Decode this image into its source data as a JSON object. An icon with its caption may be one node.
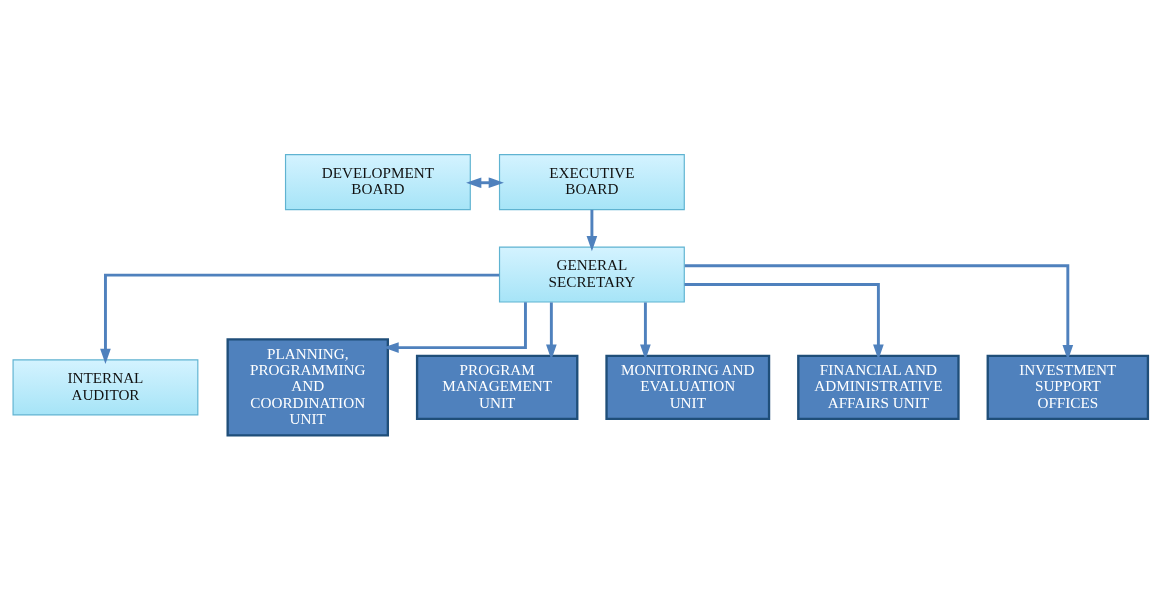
{
  "diagram": {
    "nodes": [
      {
        "text": [
          "DEVELOPMENT BOARD"
        ]
      },
      {
        "text": [
          "EXECUTIVE BOARD"
        ]
      },
      {
        "text": [
          "GENERAL SECRETARY"
        ]
      },
      {
        "text": [
          "INTERNAL AUDITOR"
        ]
      },
      {
        "text": [
          "PLANNING, PROGRAMMING AND COORDINATION UNIT"
        ]
      },
      {
        "text": [
          "PROGRAM MANAGEMENT UNIT"
        ]
      },
      {
        "text": [
          "MONITORING AND EVALUATION UNIT"
        ]
      },
      {
        "text": [
          "FINANCIAL AND ADMINISTRATIVE AFFAIRS UNIT"
        ]
      },
      {
        "text": [
          "INVESTMENT SUPPORT OFFICES"
        ]
      }
    ],
    "edges": [
      {
        "from": 0,
        "to": 1,
        "arrow": "both"
      },
      {
        "from": 1,
        "to": 2,
        "arrow": "to"
      },
      {
        "from": 2,
        "to": 3,
        "arrow": "to"
      },
      {
        "from": 2,
        "to": 4,
        "arrow": "to"
      },
      {
        "from": 2,
        "to": 5,
        "arrow": "to"
      },
      {
        "from": 2,
        "to": 6,
        "arrow": "to"
      },
      {
        "from": 2,
        "to": 7,
        "arrow": "to"
      },
      {
        "from": 2,
        "to": 8,
        "arrow": "to"
      }
    ]
  }
}
